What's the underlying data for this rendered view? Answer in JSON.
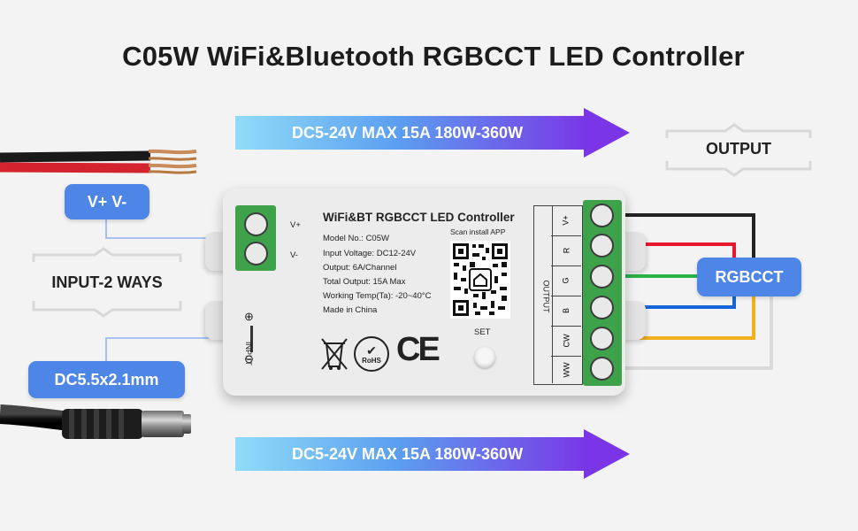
{
  "title": "C05W WiFi&Bluetooth RGBCCT LED Controller",
  "arrows": {
    "top": "DC5-24V MAX 15A 180W-360W",
    "bottom": "DC5-24V MAX 15A 180W-360W"
  },
  "labels": {
    "v_plus_minus": "V+ V-",
    "input_ways": "INPUT-2 WAYS",
    "dc_jack": "DC5.5x2.1mm",
    "output": "OUTPUT",
    "rgbcct": "RGBCCT"
  },
  "device": {
    "name": "WiFi&BT RGBCCT LED Controller",
    "scan": "Scan install APP",
    "specs": [
      "Model No.: C05W",
      "Input Voltage: DC12-24V",
      "Output: 6A/Channel",
      "Total Output: 15A Max",
      "Working Temp(Ta): -20~40°C",
      "Made in China"
    ],
    "set_label": "SET",
    "input_vplus": "V+",
    "input_vminus": "V-",
    "input_label": "INPUT",
    "output_label": "OUTPUT",
    "output_channels": [
      "V+",
      "R",
      "G",
      "B",
      "CW",
      "WW"
    ],
    "rohs": "RoHS",
    "ce": "CE"
  },
  "colors": {
    "tag_blue": "#4e86e8",
    "arrow_start": "#7fd3f7",
    "arrow_end": "#7a35e6",
    "terminal_green": "#3ea24a",
    "wire_black": "#222222",
    "wire_red": "#e8192c",
    "wire_green": "#2bb24c",
    "wire_blue": "#1565d8",
    "wire_yellow": "#f2b01e",
    "wire_white": "#d9d9d9"
  }
}
